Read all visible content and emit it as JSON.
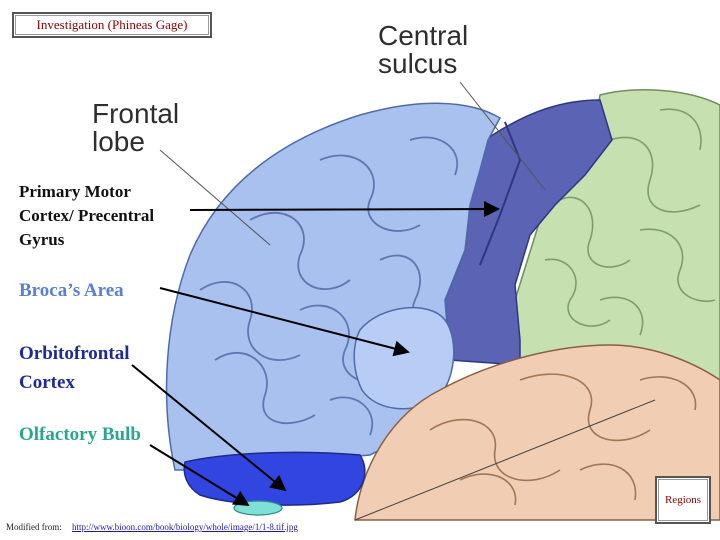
{
  "buttons": {
    "investigation": "Investigation (Phineas Gage)",
    "regions": "Regions"
  },
  "image_labels": {
    "frontal": [
      "Frontal",
      "lobe"
    ],
    "central": [
      "Central",
      "sulcus"
    ]
  },
  "annotations": {
    "motor": [
      "Primary Motor",
      "Cortex/ Precentral",
      "Gyrus"
    ],
    "broca": "Broca’s Area",
    "orbito": [
      "Orbitofrontal",
      "Cortex"
    ],
    "olfactory": "Olfactory Bulb"
  },
  "credit": {
    "prefix": "Modified from:",
    "url": "http://www.bioon.com/book/biology/whole/image/1/1-8.tif.jpg"
  },
  "colors": {
    "frontal_lobe": "#a9c1ee",
    "precentral_gyrus": "#5a63b4",
    "parietal_lobe": "#c6e0b0",
    "temporal_lobe": "#f1cdb3",
    "broca_area": "#b7cdf5",
    "orbitofrontal_cortex": "#3146e0",
    "olfactory_bulb": "#7fe0d7",
    "motor_text": "#111111",
    "broca_text": "#5b7fd6",
    "orbito_text": "#1f2a9a",
    "olfactory_text": "#2aa68f",
    "button_text": "#8b0000"
  }
}
